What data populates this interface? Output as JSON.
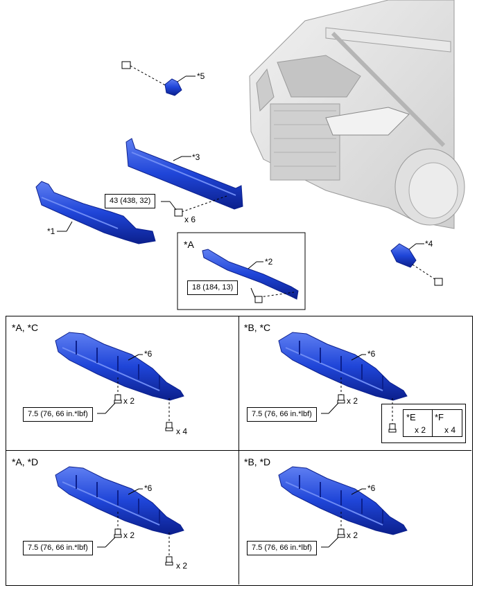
{
  "colors": {
    "part_blue": "#1f45d8",
    "part_dark": "#0b1f8c",
    "part_light": "#6f8cf5",
    "car_gray": "#d9d9d9",
    "car_line": "#9a9a9a"
  },
  "top": {
    "labels": {
      "p1": "*1",
      "p2": "*2",
      "p3": "*3",
      "p4": "*4",
      "p5": "*5"
    },
    "torque_3": "43 (438, 32)",
    "qty_3": "x 6",
    "inset_title": "*A",
    "torque_2": "18 (184, 13)"
  },
  "panels": [
    {
      "title": "*A, *C",
      "part": "*6",
      "torque": "7.5 (76, 66 in.*lbf)",
      "qty_a": "x 2",
      "qty_b": "x 4"
    },
    {
      "title": "*B, *C",
      "part": "*6",
      "torque": "7.5 (76, 66 in.*lbf)",
      "qty_a": "x 2",
      "table": {
        "col1_head": "*E",
        "col1_val": "x 2",
        "col2_head": "*F",
        "col2_val": "x 4"
      }
    },
    {
      "title": "*A, *D",
      "part": "*6",
      "torque": "7.5 (76, 66 in.*lbf)",
      "qty_a": "x 2",
      "qty_b": "x 2"
    },
    {
      "title": "*B, *D",
      "part": "*6",
      "torque": "7.5 (76, 66 in.*lbf)",
      "qty_a": "x 2"
    }
  ]
}
